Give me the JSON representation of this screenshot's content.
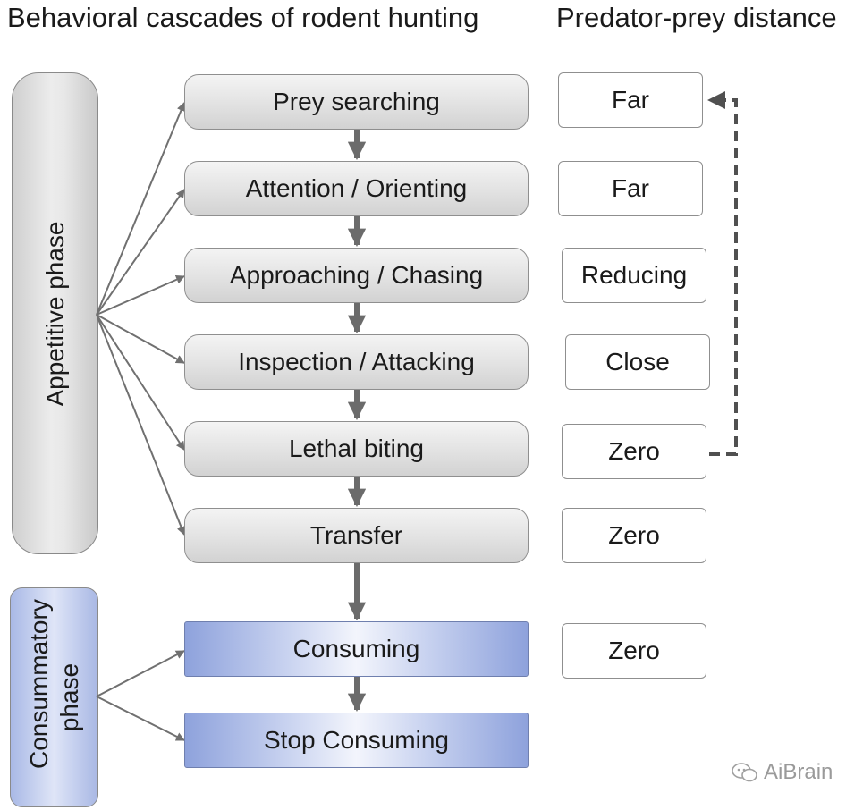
{
  "headers": {
    "left": "Behavioral cascades of rodent hunting",
    "right": "Predator-prey distance"
  },
  "phases": {
    "appetitive": "Appetitive phase",
    "consummatory": "Consummatory phase"
  },
  "steps": [
    {
      "label": "Prey searching",
      "phase": "appetitive"
    },
    {
      "label": "Attention / Orienting",
      "phase": "appetitive"
    },
    {
      "label": "Approaching / Chasing",
      "phase": "appetitive"
    },
    {
      "label": "Inspection / Attacking",
      "phase": "appetitive"
    },
    {
      "label": "Lethal biting",
      "phase": "appetitive"
    },
    {
      "label": "Transfer",
      "phase": "appetitive"
    },
    {
      "label": "Consuming",
      "phase": "consummatory"
    },
    {
      "label": "Stop Consuming",
      "phase": "consummatory"
    }
  ],
  "distances": [
    "Far",
    "Far",
    "Reducing",
    "Close",
    "Zero",
    "Zero",
    "Zero"
  ],
  "feedback_loop": {
    "from": "Zero",
    "to": "Far",
    "style": "dashed"
  },
  "watermark": "AiBrain",
  "colors": {
    "appetitive_fill": "#e2e2e2",
    "consummatory_fill": "#a9b9e6",
    "arrow": "#707070",
    "border": "#8f8f8f"
  }
}
